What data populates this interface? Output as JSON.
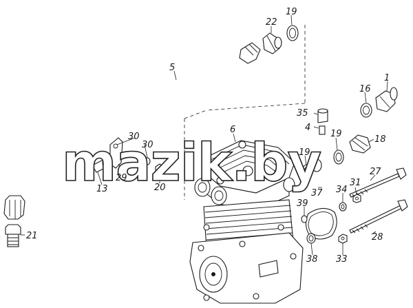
{
  "watermark": "mazik.by",
  "corner_mark": "",
  "callouts": [
    {
      "id": "label-1",
      "text": "1"
    },
    {
      "id": "label-4",
      "text": "4"
    },
    {
      "id": "label-5",
      "text": "5"
    },
    {
      "id": "label-6",
      "text": "6"
    },
    {
      "id": "label-13",
      "text": "13"
    },
    {
      "id": "label-16",
      "text": "16"
    },
    {
      "id": "label-18",
      "text": "18"
    },
    {
      "id": "label-19-top",
      "text": "19"
    },
    {
      "id": "label-19-mid",
      "text": "19"
    },
    {
      "id": "label-19-left",
      "text": "19"
    },
    {
      "id": "label-20",
      "text": "20"
    },
    {
      "id": "label-21",
      "text": "21"
    },
    {
      "id": "label-22",
      "text": "22"
    },
    {
      "id": "label-27",
      "text": "27"
    },
    {
      "id": "label-28",
      "text": "28"
    },
    {
      "id": "label-29",
      "text": "29"
    },
    {
      "id": "label-30-top",
      "text": "30"
    },
    {
      "id": "label-30-bottom",
      "text": "30"
    },
    {
      "id": "label-31",
      "text": "31"
    },
    {
      "id": "label-33",
      "text": "33"
    },
    {
      "id": "label-34",
      "text": "34"
    },
    {
      "id": "label-35",
      "text": "35"
    },
    {
      "id": "label-37",
      "text": "37"
    },
    {
      "id": "label-38",
      "text": "38"
    },
    {
      "id": "label-39",
      "text": "39"
    }
  ]
}
